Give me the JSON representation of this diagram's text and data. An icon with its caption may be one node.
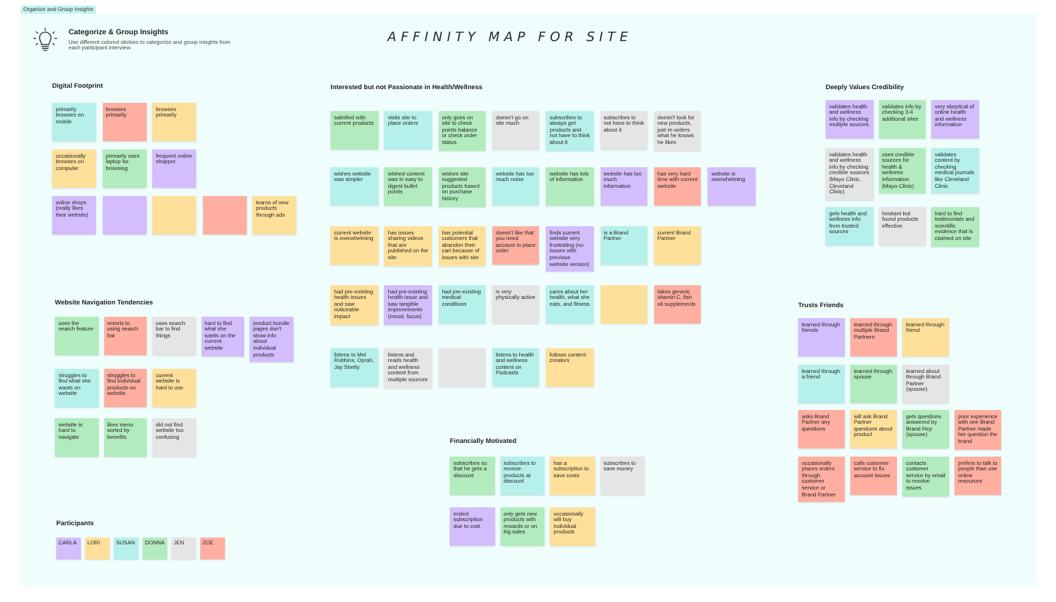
{
  "diagram": {
    "title": "AFFINITY MAP FOR SITE",
    "nodes": [
      {
        "text": [
          "Organize and Group Insights"
        ]
      },
      {
        "text": [
          "primarily browses on mobile"
        ],
        "in": 0
      },
      {
        "text": [
          "browses primarily"
        ],
        "in": 0
      },
      {
        "text": [
          "browses primarily"
        ],
        "in": 0
      },
      {
        "text": [
          "occasionally browses on computer"
        ],
        "in": 0
      },
      {
        "text": [
          "primarily uses laptop for browsing"
        ],
        "in": 0
      },
      {
        "text": [
          "frequent online shopper"
        ],
        "in": 0
      },
      {
        "text": [
          "online shops (really likes their website)"
        ],
        "in": 0
      },
      {
        "text": [],
        "shape": "box",
        "in": 0
      },
      {
        "text": [],
        "shape": "box",
        "in": 0
      },
      {
        "text": [],
        "shape": "box",
        "in": 0
      },
      {
        "text": [
          "learns of new products through ads"
        ],
        "in": 0
      },
      {
        "text": [
          "uses the search feature"
        ],
        "in": 0
      },
      {
        "text": [
          "resorts to using search bar"
        ],
        "in": 0
      },
      {
        "text": [
          "uses search bar to find things"
        ],
        "in": 0
      },
      {
        "text": [
          "hard to find what she wants on the current website"
        ],
        "in": 0
      },
      {
        "text": [
          "product bundle pages don't show info about individual products"
        ],
        "in": 0
      },
      {
        "text": [
          "struggles to find what she wants on website"
        ],
        "in": 0
      },
      {
        "text": [
          "struggles to find individual products on website"
        ],
        "in": 0
      },
      {
        "text": [
          "current website is hard to use"
        ],
        "in": 0
      },
      {
        "text": [
          "website is hard to navigate"
        ],
        "in": 0
      },
      {
        "text": [
          "likes menu sorted by benefits"
        ],
        "in": 0
      },
      {
        "text": [
          "did not find website too confusing"
        ],
        "in": 0
      },
      {
        "text": [
          "satisfied with current products"
        ],
        "in": 0
      },
      {
        "text": [
          "visits site to place orders"
        ],
        "in": 0
      },
      {
        "text": [
          "only goes on site to check points balance or check order status"
        ],
        "in": 0
      },
      {
        "text": [
          "doesn't go on site much"
        ],
        "in": 0
      },
      {
        "text": [
          "subscribes to always get products and not have to think about it"
        ],
        "in": 0
      },
      {
        "text": [
          "subscribes to not have to think about it"
        ],
        "in": 0
      },
      {
        "text": [
          "doesn't look for new products, just re-orders what he knows he likes"
        ],
        "in": 0
      },
      {
        "text": [
          "wishes website was simpler"
        ],
        "in": 0
      },
      {
        "text": [
          "wished content was in easy to digest bullet points"
        ],
        "in": 0
      },
      {
        "text": [
          "wishes site suggested products based on purchase history"
        ],
        "in": 0
      },
      {
        "text": [
          "website has too much noise"
        ],
        "in": 0
      },
      {
        "text": [
          "website has lots of information"
        ],
        "in": 0
      },
      {
        "text": [
          "website has too much information"
        ],
        "in": 0
      },
      {
        "text": [
          "has very hard time with current website"
        ],
        "in": 0
      },
      {
        "text": [
          "website is overwhelming"
        ],
        "in": 0
      },
      {
        "text": [
          "current website is overwhelming"
        ],
        "in": 0
      },
      {
        "text": [
          "has issues sharing videos that are published on the site"
        ],
        "in": 0
      },
      {
        "text": [
          "has potential customers that abandon their cart because of issues with site"
        ],
        "in": 0
      },
      {
        "text": [
          "doesn't like that you need account to place order"
        ],
        "in": 0
      },
      {
        "text": [
          "finds current website very frustrating (no issues with previous website version)"
        ],
        "in": 0
      },
      {
        "text": [
          "is a Brand Partner"
        ],
        "in": 0
      },
      {
        "text": [
          "current Brand Partner"
        ],
        "in": 0
      },
      {
        "text": [
          "had pre-existing health issues and saw noticeable impact"
        ],
        "in": 0
      },
      {
        "text": [
          "had pre-existing health issue and saw tangible improvements (mood, focus)"
        ],
        "in": 0
      },
      {
        "text": [
          "had pre-existing medical conditions"
        ],
        "in": 0
      },
      {
        "text": [
          "is very physically active"
        ],
        "in": 0
      },
      {
        "text": [
          "cares about her health, what she eats, and fitness"
        ],
        "in": 0
      },
      {
        "text": [],
        "shape": "box",
        "in": 0
      },
      {
        "text": [
          "takes generic vitamin C, fish oil supplements"
        ],
        "in": 0
      },
      {
        "text": [
          "listens to Mel Robbins, Oprah, Jay Shetty"
        ],
        "in": 0
      },
      {
        "text": [
          "listens and reads health and wellness content from multiple sources"
        ],
        "in": 0
      },
      {
        "text": [],
        "shape": "box",
        "in": 0
      },
      {
        "text": [
          "listens to health and wellness content on Podcasts"
        ],
        "in": 0
      },
      {
        "text": [
          "follows content creators"
        ],
        "in": 0
      },
      {
        "text": [
          "subscribes so that he gets a discount"
        ],
        "in": 0
      },
      {
        "text": [
          "subscribes to receive products at discount"
        ],
        "in": 0
      },
      {
        "text": [
          "has a subscription to save costs"
        ],
        "in": 0
      },
      {
        "text": [
          "subscribes to save money"
        ],
        "in": 0
      },
      {
        "text": [
          "ended subscription due to cost"
        ],
        "in": 0
      },
      {
        "text": [
          "only gets new products with rewards or on big sales"
        ],
        "in": 0
      },
      {
        "text": [
          "occasionally will buy individual products"
        ],
        "in": 0
      },
      {
        "text": [
          "validates health and wellness info by checking multiple sources"
        ],
        "in": 0
      },
      {
        "text": [
          "validates info by checking 3-4 additional sites"
        ],
        "in": 0
      },
      {
        "text": [
          "very skeptical of online health and wellness information"
        ],
        "in": 0
      },
      {
        "text": [
          "validates health and wellness info by checking credible sources (Mayo Clinic, Cleveland Clinic)"
        ],
        "in": 0
      },
      {
        "text": [
          "uses credible sources for health & wellness information (Mayo Clinic)"
        ],
        "in": 0
      },
      {
        "text": [
          "validates content by checking medical journals like Cleveland Clinic"
        ],
        "in": 0
      },
      {
        "text": [
          "gets health and wellness info from trusted sources"
        ],
        "in": 0
      },
      {
        "text": [
          "hesitant but found products effective"
        ],
        "in": 0
      },
      {
        "text": [
          "hard to find testimonials and scientific evidence that is claimed on site"
        ],
        "in": 0
      },
      {
        "text": [
          "learned through friends"
        ],
        "in": 0
      },
      {
        "text": [
          "learned through multiple Brand Partners"
        ],
        "in": 0
      },
      {
        "text": [
          "learned through friend"
        ],
        "in": 0
      },
      {
        "text": [
          "learned through a friend"
        ],
        "in": 0
      },
      {
        "text": [
          "learned through spouse"
        ],
        "in": 0
      },
      {
        "text": [
          "learned about through Brand Partner (spouse)"
        ],
        "in": 0
      },
      {
        "text": [
          "asks Brand Partner any questions"
        ],
        "in": 0
      },
      {
        "text": [
          "will ask Brand Partner questions about product"
        ],
        "in": 0
      },
      {
        "text": [
          "gets questions answered by Brand Rep (spouse)"
        ],
        "in": 0
      },
      {
        "text": [
          "poor experience with one Brand Partner made her question the brand"
        ],
        "in": 0
      },
      {
        "text": [
          "occasionally places orders through customer service or Brand Partner"
        ],
        "in": 0
      },
      {
        "text": [
          "calls customer service to fix account issues"
        ],
        "in": 0
      },
      {
        "text": [
          "contacts customer service by email to resolve issues"
        ],
        "in": 0
      },
      {
        "text": [
          "prefers to talk to people than use online resources"
        ],
        "in": 0
      }
    ],
    "labels": [
      "Categorize & Group Insights",
      "Use different colored stickies to categorize and group insights from each participant interview.",
      "Digital Footprint",
      "Interested but not Passionate in Health/Wellness",
      "Deeply Values Credibility",
      "Website Navigation Tendencies",
      "Trusts Friends",
      "Financially Motivated",
      "Participants"
    ],
    "legend": [
      {
        "text": "CARLA",
        "color": "#d3bdfd"
      },
      {
        "text": "LORI",
        "color": "#ffe09a"
      },
      {
        "text": "SUSAN",
        "color": "#b6f0ea"
      },
      {
        "text": "DONNA",
        "color": "#b2ebbd"
      },
      {
        "text": "JEN",
        "color": "#e5e5e5"
      },
      {
        "text": "ZOE",
        "color": "#ffaea0"
      }
    ]
  }
}
